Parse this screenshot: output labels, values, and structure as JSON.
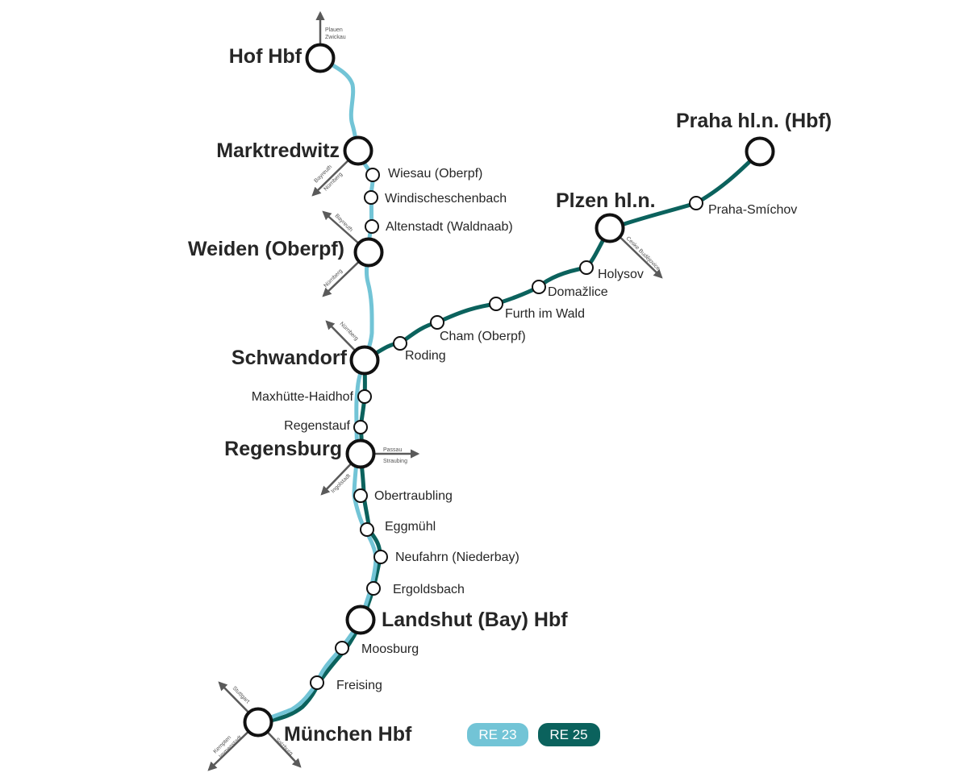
{
  "colors": {
    "re23": "#72c4d6",
    "re25": "#0b625d",
    "station_stroke": "#111111",
    "connection_arrow": "#5a5a5a"
  },
  "legend": {
    "re23": "RE 23",
    "re25": "RE 25"
  },
  "stations": {
    "hof": "Hof Hbf",
    "marktredwitz": "Marktredwitz",
    "wiesau": "Wiesau (Oberpf)",
    "windischeschenbach": "Windischeschenbach",
    "altenstadt": "Altenstadt (Waldnaab)",
    "weiden": "Weiden (Oberpf)",
    "schwandorf": "Schwandorf",
    "roding": "Roding",
    "cham": "Cham (Oberpf)",
    "furth": "Furth im Wald",
    "domazlice": "Domažlice",
    "holysov": "Holysov",
    "plzen": "Plzen hl.n.",
    "praha_smichov": "Praha-Smíchov",
    "praha": "Praha hl.n. (Hbf)",
    "maxhuette": "Maxhütte-Haidhof",
    "regenstauf": "Regenstauf",
    "regensburg": "Regensburg",
    "obertraubling": "Obertraubling",
    "eggmuehl": "Eggmühl",
    "neufahrn": "Neufahrn (Niederbay)",
    "ergoldsbach": "Ergoldsbach",
    "landshut": "Landshut (Bay) Hbf",
    "moosburg": "Moosburg",
    "freising": "Freising",
    "muenchen": "München Hbf"
  },
  "connections": {
    "hof_plauen": "Plauen",
    "hof_zwickau": "Zwickau",
    "mak_bayreuth": "Bayreuth",
    "mak_nuernberg": "Nürnberg",
    "wei_bayreuth": "Bayreuth",
    "wei_nuernberg": "Nürnberg",
    "sad_nuernberg": "Nürnberg",
    "rgb_passau": "Passau",
    "rgb_straubing": "Straubing",
    "rgb_ingolstadt": "Ingolstadt",
    "plz_budejovice": "Ceske Budějovice",
    "muc_stuttgart": "Stuttgart",
    "muc_kempten": "Kempten",
    "muc_immenstadt": "Immenstadt",
    "muc_salzburg": "Salzburg"
  }
}
